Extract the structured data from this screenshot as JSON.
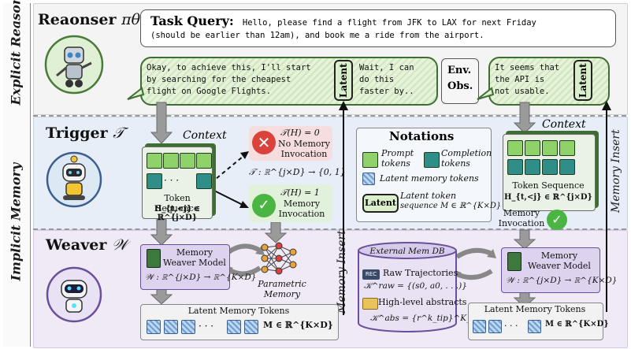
{
  "sections": {
    "explicit": "Explicit Reason",
    "implicit": "Implicit Memory"
  },
  "reasoner": {
    "title": "Reaonser",
    "symbol": "πθ"
  },
  "task_query": {
    "label": "Task Query:",
    "line1": "Hello, please find a flight from JFK to LAX for next Friday",
    "line2": "(should be earlier than 12am), and book me a ride from the airport."
  },
  "bubbles": {
    "first": [
      "Okay, to achieve this, I'll start",
      "by searching for the cheapest",
      "flight on Google Flights."
    ],
    "second": [
      "Wait, I can",
      "do this",
      "faster by.."
    ],
    "env_obs": [
      "Env.",
      "Obs."
    ],
    "third": [
      "It seems that",
      "the API is",
      "not usable."
    ],
    "latent_label": "Latent"
  },
  "trigger": {
    "title": "Trigger",
    "symbol": "𝒯",
    "context_label": "Context",
    "token_seq_label": "Token Sequence",
    "token_seq_math": "H_{t,<j} ∈ ℝ^{j×D}",
    "no_invoke_formula": "𝒯(H) = 0",
    "no_invoke_label": [
      "No Memory",
      "Invocation"
    ],
    "mapping": "𝒯 : ℝ^{j×D} → {0, 1}",
    "invoke_formula": "𝒯(H) = 1",
    "invoke_label": [
      "Memory",
      "Invocation"
    ],
    "dots": "· · ·"
  },
  "notations": {
    "title": "Notations",
    "prompt": [
      "Prompt",
      "tokens"
    ],
    "completion": [
      "Completion",
      "tokens"
    ],
    "latent_mem": "Latent memory tokens",
    "latent_box": "Latent",
    "latent_seq": [
      "Latent token",
      "sequence M ∈ ℝ^{K×D}"
    ]
  },
  "right_context": {
    "context_label": "Context",
    "token_seq_label": "Token Sequence",
    "token_seq_math": "H_{t,<j} ∈ ℝ^{j×D}",
    "mem_invocation": [
      "Memory",
      "Invocation"
    ]
  },
  "memory_insert": "Memory Insert",
  "weaver": {
    "title": "Weaver",
    "symbol": "𝒲",
    "model_label": [
      "Memory",
      "Weaver Model"
    ],
    "model_map": "𝒲 : ℝ^{j×D} → ℝ^{K×D}",
    "param_mem": [
      "Parametric",
      "Memory"
    ],
    "latent_tokens_label": "Latent Memory Tokens",
    "latent_tokens_math": "M ∈ ℝ^{K×D}",
    "dots": "· · ·"
  },
  "ext_db": {
    "title": "External Mem DB",
    "raw_label": "Raw Trajectories",
    "raw_formula": "𝒦^raw = {(s0, a0, . . .)}",
    "abs_label": "High-level abstracts",
    "abs_formula": "𝒦^abs = {r^k_tip}^K_{k=1}",
    "rec_badge": "REC"
  },
  "colors": {
    "explicit_bg": "#f4f4f4",
    "trigger_bg": "#e8eef7",
    "weaver_bg": "#efeaf5",
    "bubble_green": "#3e6e33",
    "prompt_token": "#8fd26a",
    "completion_token": "#2f8f88",
    "no_invoke_bg": "#f6dede",
    "invoke_bg": "#e2f1dc",
    "panel_purple": "#ddd3ee"
  }
}
